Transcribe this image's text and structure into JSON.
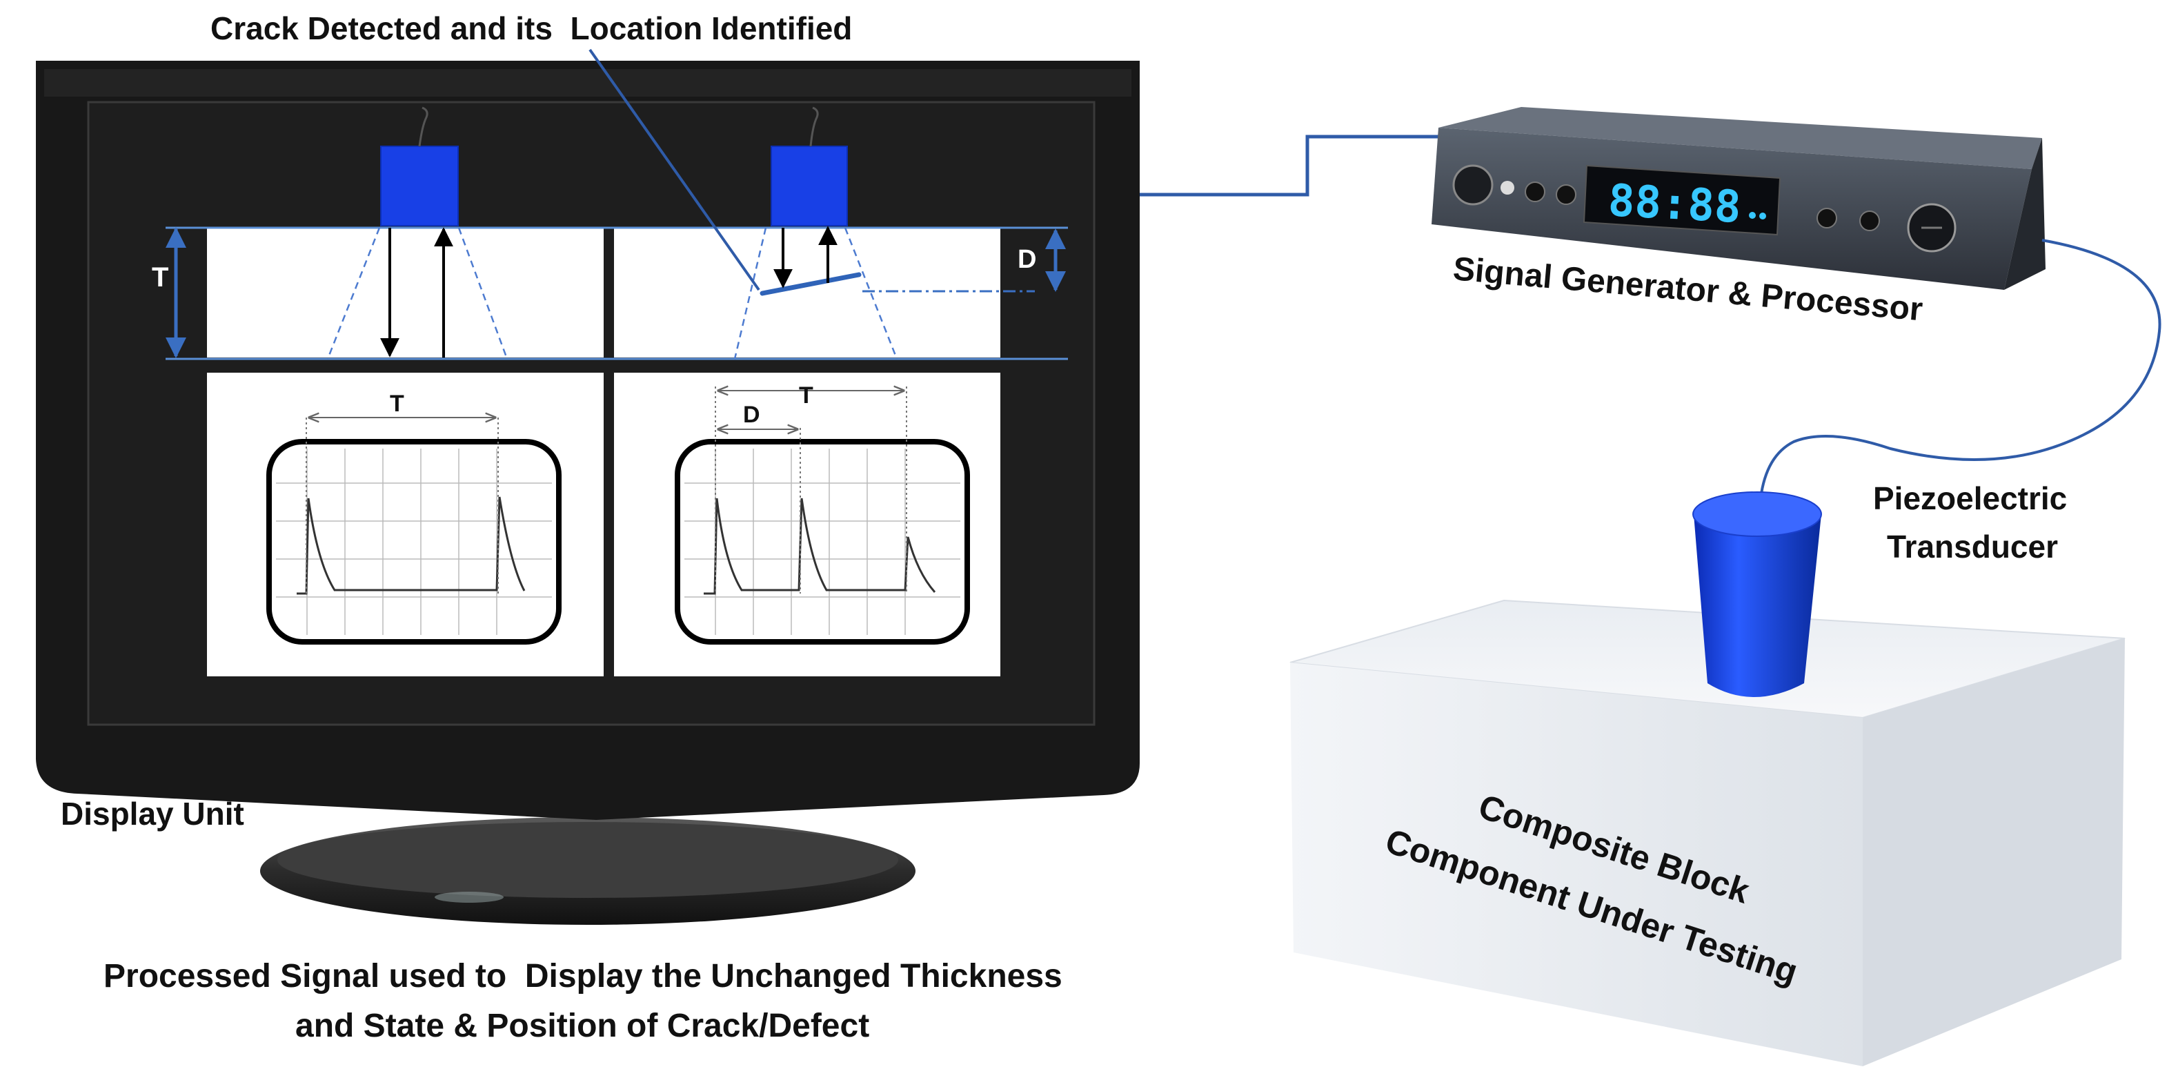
{
  "labels": {
    "crack_detected": "Crack Detected and its  Location Identified",
    "display_unit": "Display Unit",
    "signal_generator": "Signal Generator & Processor",
    "transducer_line1": "Piezoelectric",
    "transducer_line2": "Transducer",
    "block_line1": "Composite Block",
    "block_line2": "Component Under Testing",
    "caption_line1": "Processed Signal used to  Display the Unchanged Thickness",
    "caption_line2": "and State & Position of Crack/Defect"
  },
  "diagram": {
    "thickness_label": "T",
    "crack_depth_label": "D",
    "left_scope_label_T": "T",
    "right_scope_label_D": "D",
    "right_scope_label_T": "T",
    "device_clock": "88:88"
  },
  "colors": {
    "transducer_blue": "#1840e6",
    "wire_blue": "#2f5ba8",
    "dimension_blue": "#3a6fc2",
    "monitor_body": "#181818",
    "led_cyan": "#37c7ff"
  }
}
